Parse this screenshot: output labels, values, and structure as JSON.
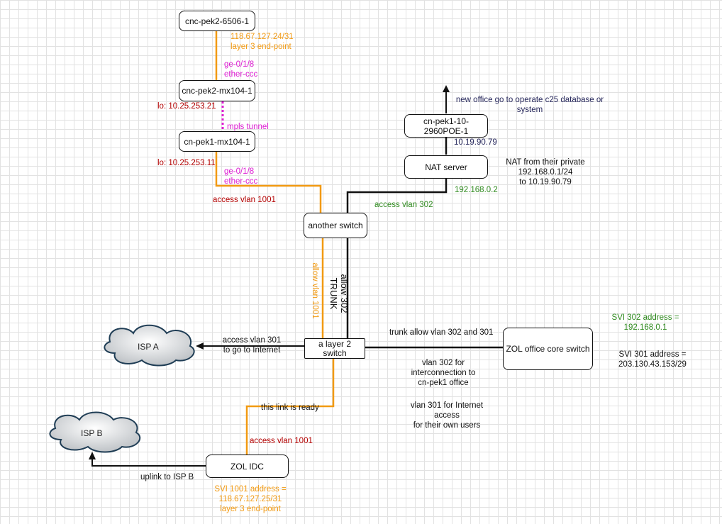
{
  "nodes": {
    "cnc_6506": "cnc-pek2-6506-1",
    "cnc_mx104": "cnc-pek2-mx104-1",
    "cn_mx104": "cn-pek1-mx104-1",
    "cn_2960": "cn-pek1-10-\n2960POE-1",
    "nat_server": "NAT server",
    "another_switch": "another switch",
    "layer2_switch": "a layer 2\nswitch",
    "zol_core": "ZOL office core switch",
    "zol_idc": "ZOL IDC",
    "isp_a": "ISP A",
    "isp_b": "ISP B"
  },
  "labels": {
    "ip_6506": "118.67.127.24/31",
    "l3_endpoint_top": "layer 3 end-point",
    "ge_top": "ge-0/1/8",
    "ether_top": "ether-ccc",
    "lo_pek2": "lo: 10.25.253.21",
    "mpls_tunnel": "mpls tunnel",
    "lo_pek1": "lo: 10.25.253.11",
    "ge_bottom": "ge-0/1/8",
    "ether_bottom": "ether-ccc",
    "access_vlan_1001_top": "access vlan 1001",
    "new_office": "new office go to operate c25 database or\nsystem",
    "ip_2960": "10.19.90.79",
    "nat_note": "NAT from their private\n192.168.0.1/24\nto 10.19.90.79",
    "ip_nat": "192.168.0.2",
    "access_vlan_302": "access vlan 302",
    "allow_302_trunk": "allow 302\nTRUNK",
    "allow_vlan_1001": "allow vlan 1001",
    "svi_302": "SVI 302 address =\n192.168.0.1",
    "svi_301": "SVI 301 address =\n203.130.43.153/29",
    "trunk_allow": "trunk allow vlan 302 and 301",
    "access_vlan_301": "access vlan 301\nto go to Internet",
    "vlan_302_note": "vlan 302 for\ninterconnection to\ncn-pek1 office",
    "vlan_301_note": "vlan 301 for Internet\naccess\nfor their own users",
    "link_ready": "this link is ready",
    "access_vlan_1001_bottom": "access vlan 1001",
    "uplink_isp_b": "uplink to ISP B",
    "svi_1001": "SVI 1001 address =\n118.67.127.25/31\nlayer 3 end-point"
  },
  "colors": {
    "orange": "#f29a12",
    "magenta": "#dd1ed2",
    "dark_red": "#b30000",
    "green": "#2f8a1f",
    "navy": "#27285c",
    "black": "#111111"
  }
}
